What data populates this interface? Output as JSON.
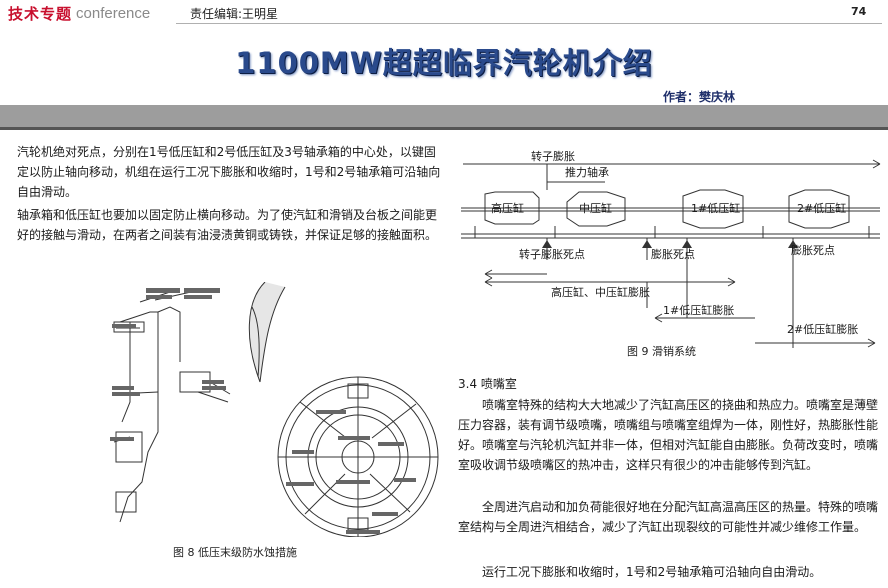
{
  "header": {
    "brand_cn": "技术专题",
    "brand_en": "conference",
    "editor": "责任编辑:王明星",
    "page_number": "74"
  },
  "article": {
    "title": "1100MW超超临界汽轮机介绍",
    "author": "作者：樊庆林"
  },
  "left_text": {
    "p1": "汽轮机绝对死点，分别在1号低压缸和2号低压缸及3号轴承箱的中心处，以键固定以防止轴向移动，机组在运行工况下膨胀和收缩时，1号和2号轴承箱可沿轴向自由滑动。",
    "p2": "轴承箱和低压缸也要加以固定防止横向移动。为了使汽缸和滑销及台板之间能更好的接触与滑动，在两者之间装有油浸渍黄铜或铸铁，并保证足够的接触面积。"
  },
  "figure8": {
    "caption": "图 8 低压末级防水蚀措施"
  },
  "figure9": {
    "caption": "图 9 滑销系统",
    "labels": {
      "rotor_expansion": "转子膨胀",
      "thrust_bearing": "推力轴承",
      "hp_cylinder": "高压缸",
      "ip_cylinder": "中压缸",
      "lp1_cylinder": "1#低压缸",
      "lp2_cylinder": "2#低压缸",
      "rotor_dead_point": "转子膨胀死点",
      "expansion_dead_point_1": "膨胀死点",
      "expansion_dead_point_2": "膨胀死点",
      "hp_ip_expansion": "高压缸、中压缸膨胀",
      "lp1_expansion": "1#低压缸膨胀",
      "lp2_expansion": "2#低压缸膨胀"
    }
  },
  "right_text": {
    "section": "3.4 喷嘴室",
    "p1": "喷嘴室特殊的结构大大地减少了汽缸高压区的挠曲和热应力。喷嘴室是薄壁压力容器，装有调节级喷嘴，喷嘴组与喷嘴室组焊为一体，刚性好，热膨胀性能好。喷嘴室与汽轮机汽缸并非一体，但相对汽缸能自由膨胀。负荷改变时，喷嘴室吸收调节级喷嘴区的热冲击，这样只有很少的冲击能够传到汽缸。",
    "p2": "全周进汽启动和加负荷能很好地在分配汽缸高温高压区的热量。特殊的喷嘴室结构与全周进汽相结合，减少了汽缸出现裂纹的可能性并减少维修工作量。",
    "p3": "运行工况下膨胀和收缩时，1号和2号轴承箱可沿轴向自由滑动。"
  }
}
